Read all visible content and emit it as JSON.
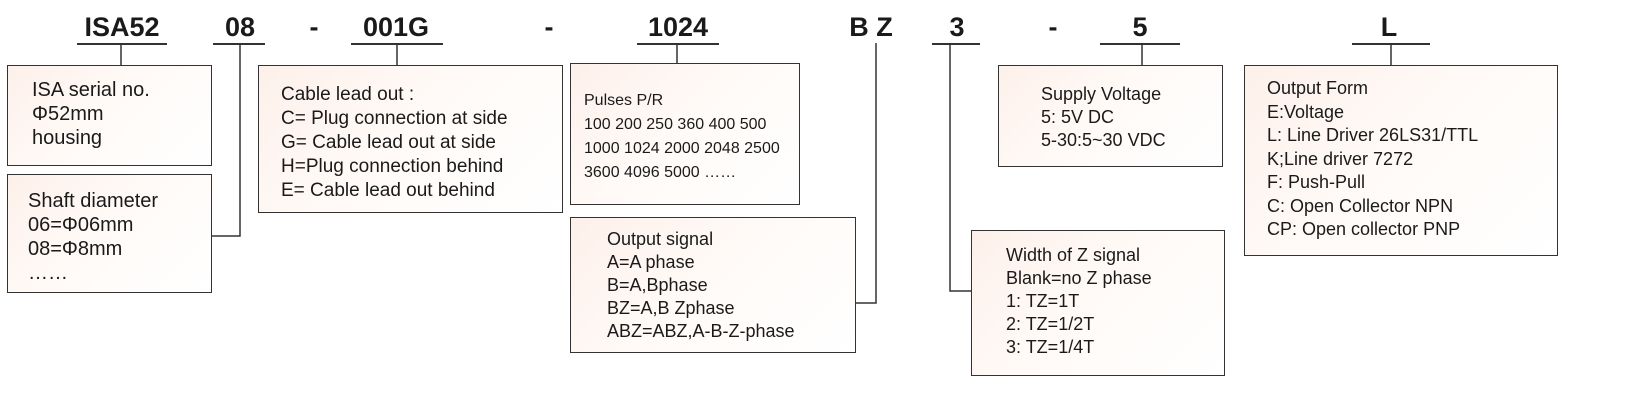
{
  "codes": {
    "series": "ISA52",
    "shaft": "08",
    "dash1": "-",
    "cable": "001G",
    "dash2": "-",
    "pulses": "1024",
    "signal": "B Z",
    "zwidth": "3",
    "dash3": "-",
    "voltage": "5",
    "output": "L"
  },
  "boxes": {
    "isa": [
      "ISA serial no.",
      "Φ52mm",
      "housing"
    ],
    "shaft": [
      "Shaft diameter",
      "06=Φ06mm",
      "08=Φ8mm",
      "……"
    ],
    "cable": [
      "Cable lead out :",
      "C= Plug connection at side",
      "G= Cable lead out at side",
      "H=Plug connection behind",
      "E= Cable lead out behind"
    ],
    "pulses": [
      "Pulses  P/R",
      "100 200 250 360 400 500",
      "1000 1024 2000 2048 2500",
      "3600 4096 5000  ……"
    ],
    "signal": [
      "Output signal",
      "A=A phase",
      "B=A,Bphase",
      "BZ=A,B Zphase",
      "ABZ=ABZ,A-B-Z-phase"
    ],
    "supply": [
      "Supply Voltage",
      "5: 5V DC",
      "5-30:5~30 VDC"
    ],
    "zwidth": [
      "Width of Z signal",
      "Blank=no Z phase",
      "1: TZ=1T",
      "2: TZ=1/2T",
      "3: TZ=1/4T"
    ],
    "output": [
      "Output Form",
      "E:Voltage",
      "L: Line Driver 26LS31/TTL",
      "K;Line driver 7272",
      "F: Push-Pull",
      "C: Open Collector NPN",
      "CP: Open collector PNP"
    ]
  }
}
